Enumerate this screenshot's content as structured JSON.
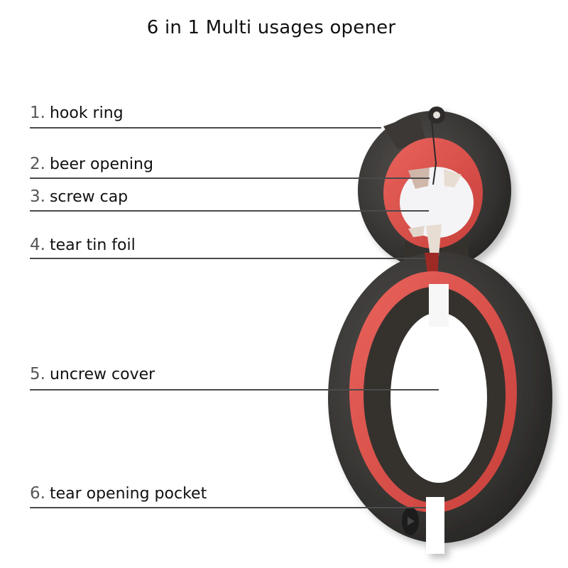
{
  "title": "6 in 1 Multi usages opener",
  "features": [
    {
      "number": "1.",
      "label": "hook ring"
    },
    {
      "number": "2.",
      "label": "beer opening"
    },
    {
      "number": "3.",
      "label": "screw cap"
    },
    {
      "number": "4.",
      "label": "tear tin foil"
    },
    {
      "number": "5.",
      "label": "uncrew cover"
    },
    {
      "number": "6.",
      "label": "tear opening pocket"
    }
  ],
  "colors": {
    "body": "#3a3836",
    "accent_red": "#e0554f",
    "metal": "#e8ddd2",
    "leader_line": "#4a4a4a"
  },
  "image": {
    "subject": "figure-eight multi opener tool, black with red inner lining"
  }
}
